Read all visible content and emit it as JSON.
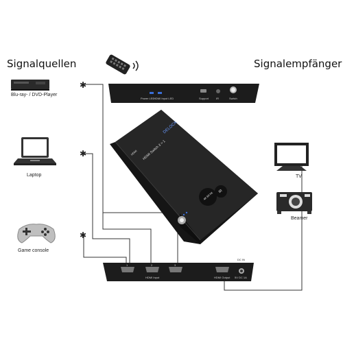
{
  "headings": {
    "sources": "Signalquellen",
    "receivers": "Signalempfänger"
  },
  "devices": {
    "bluray": "Blu-ray- / DVD-Player",
    "laptop": "Laptop",
    "console": "Game console",
    "tv": "TV",
    "beamer": "Beamer"
  },
  "top_panel": {
    "power_led": "Power LED",
    "input_led": "HDMI Input LED",
    "support": "Support",
    "ir": "IR",
    "switch": "Switch"
  },
  "switch_box": {
    "brand": "DELOCK",
    "model": "HDMI Switch 3 > 1",
    "subtitle": "HDMI",
    "button_4k": "4K 60 Hz",
    "button_ir": "IR"
  },
  "bottom_panel": {
    "port_1": "1",
    "port_2": "2",
    "port_3": "3",
    "hdmi_input": "HDMI Input",
    "hdmi_output": "HDMI Output",
    "dc_in": "DC IN",
    "dc_spec": "5V DC 1A"
  },
  "colors": {
    "device_body": "#1c1c1c",
    "line": "#333333",
    "accent_blue": "#3a6fd8"
  }
}
